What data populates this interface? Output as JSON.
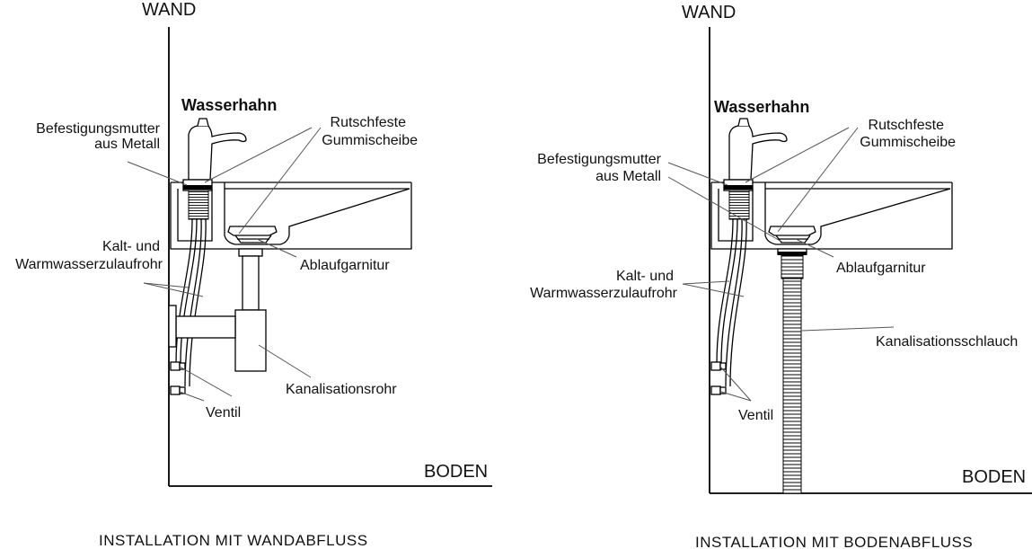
{
  "left": {
    "wall": "WAND",
    "floor": "BODEN",
    "faucet": "Wasserhahn",
    "nut_line1": "Befestigungsmutter",
    "nut_line2": "aus Metall",
    "washer_line1": "Rutschfeste",
    "washer_line2": "Gummischeibe",
    "supply_line1": "Kalt- und",
    "supply_line2": "Warmwasserzulaufrohr",
    "drain_set": "Ablaufgarnitur",
    "sewer": "Kanalisationsrohr",
    "valve": "Ventil",
    "caption": "INSTALLATION MIT WANDABFLUSS"
  },
  "right": {
    "wall": "WAND",
    "floor": "BODEN",
    "faucet": "Wasserhahn",
    "nut_line1": "Befestigungsmutter",
    "nut_line2": "aus Metall",
    "washer_line1": "Rutschfeste",
    "washer_line2": "Gummischeibe",
    "supply_line1": "Kalt- und",
    "supply_line2": "Warmwasserzulaufrohr",
    "drain_set": "Ablaufgarnitur",
    "hose": "Kanalisationsschlauch",
    "valve": "Ventil",
    "caption": "INSTALLATION MIT BODENABFLUSS"
  }
}
